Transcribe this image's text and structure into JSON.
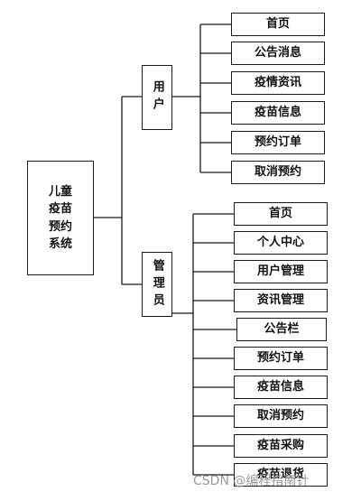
{
  "root": {
    "label": "儿童疫苗预约系统",
    "lines": [
      "儿童",
      "疫苗",
      "预约",
      "系统"
    ]
  },
  "branches": [
    {
      "label": "用户",
      "items": [
        "首页",
        "公告消息",
        "疫情资讯",
        "疫苗信息",
        "预约订单",
        "取消预约"
      ]
    },
    {
      "label": "管理员",
      "items": [
        "首页",
        "个人中心",
        "用户管理",
        "资讯管理",
        "公告栏",
        "预约订单",
        "疫苗信息",
        "取消预约",
        "疫苗采购",
        "疫苗退货"
      ]
    }
  ],
  "watermark": "CSDN @编程指南针"
}
